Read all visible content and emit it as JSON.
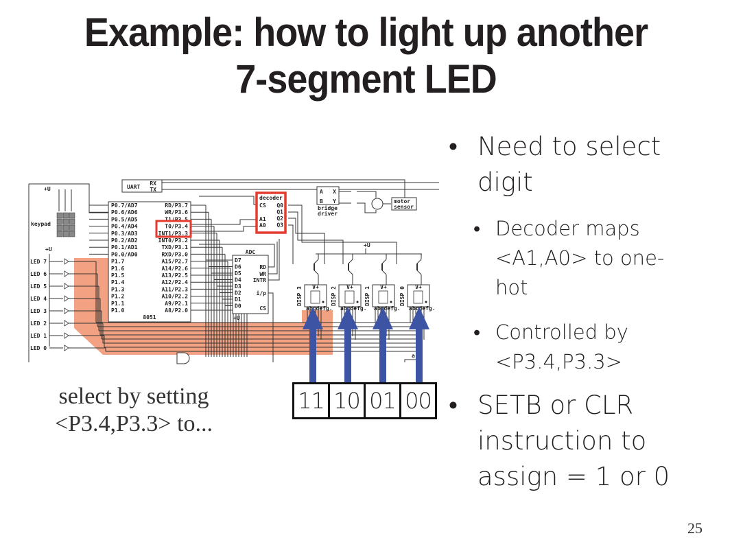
{
  "slide": {
    "title_line1": "Example: how to light up another",
    "title_line2": "7-segment LED",
    "page_number": "25"
  },
  "diagram": {
    "highlight_colors": {
      "bus": "#f0916c",
      "decoder_box": "#e53a2f",
      "arrows": "#3d54a5"
    },
    "uart": {
      "label": "UART",
      "rx": "RX",
      "tx": "TX"
    },
    "keypad_label": "keypad",
    "supply_label": "+U",
    "mcu": {
      "name": "8051",
      "left_pins": [
        "P0.7/AD7",
        "P0.6/AD6",
        "P0.5/AD5",
        "P0.4/AD4",
        "P0.3/AD3",
        "P0.2/AD2",
        "P0.1/AD1",
        "P0.0/AD0",
        "P1.7",
        "P1.6",
        "P1.5",
        "P1.4",
        "P1.3",
        "P1.2",
        "P1.1",
        "P1.0"
      ],
      "right_pins": [
        "RD/P3.7",
        "WR/P3.6",
        "T1/P3.5",
        "T0/P3.4",
        "INT1/P3.3",
        "INT0/P3.2",
        "TXD/P3.1",
        "RXD/P3.0",
        "A15/P2.7",
        "A14/P2.6",
        "A13/P2.5",
        "A12/P2.4",
        "A11/P2.3",
        "A10/P2.2",
        "A9/P2.1",
        "A8/P2.0"
      ]
    },
    "leds": [
      "LED 7",
      "LED 6",
      "LED 5",
      "LED 4",
      "LED 3",
      "LED 2",
      "LED 1",
      "LED 0"
    ],
    "decoder": {
      "label": "decoder",
      "inputs": [
        "CS",
        "A1",
        "A0"
      ],
      "outputs": [
        "Q0",
        "Q1",
        "Q2",
        "Q3"
      ]
    },
    "bridge": {
      "label_1": "bridge",
      "label_2": "driver",
      "pins": [
        "A",
        "B",
        "X",
        "Y"
      ]
    },
    "motor_sensor": {
      "label_1": "motor",
      "label_2": "sensor"
    },
    "adc": {
      "label": "ADC",
      "data_pins": [
        "D7",
        "D6",
        "D5",
        "D4",
        "D3",
        "D2",
        "D1",
        "D0"
      ],
      "ctrl_pins": [
        "RD",
        "WR",
        "INTR",
        "i/p",
        "CS"
      ]
    },
    "displays": [
      {
        "label": "DISP 3",
        "code": "11"
      },
      {
        "label": "DISP 2",
        "code": "10"
      },
      {
        "label": "DISP 1",
        "code": "01"
      },
      {
        "label": "DISP 0",
        "code": "00"
      }
    ],
    "display_pin_label": "abcdefg.",
    "display_vplus": "V+",
    "misc_label_a": "a"
  },
  "caption": {
    "line1": "select by setting",
    "line2": "<P3.4,P3.3> to..."
  },
  "bullets": [
    {
      "level": 1,
      "text_lines": [
        "Need to select",
        "digit"
      ]
    },
    {
      "level": 2,
      "text_lines": [
        "Decoder maps",
        "<A1,A0> to one-",
        "hot"
      ]
    },
    {
      "level": 2,
      "text_lines": [
        "Controlled by",
        "<P3.4,P3.3>"
      ]
    },
    {
      "level": 1,
      "text_lines": [
        "SETB or CLR",
        "instruction to",
        "assign = 1 or 0"
      ]
    }
  ],
  "bullet_glyph": "•"
}
